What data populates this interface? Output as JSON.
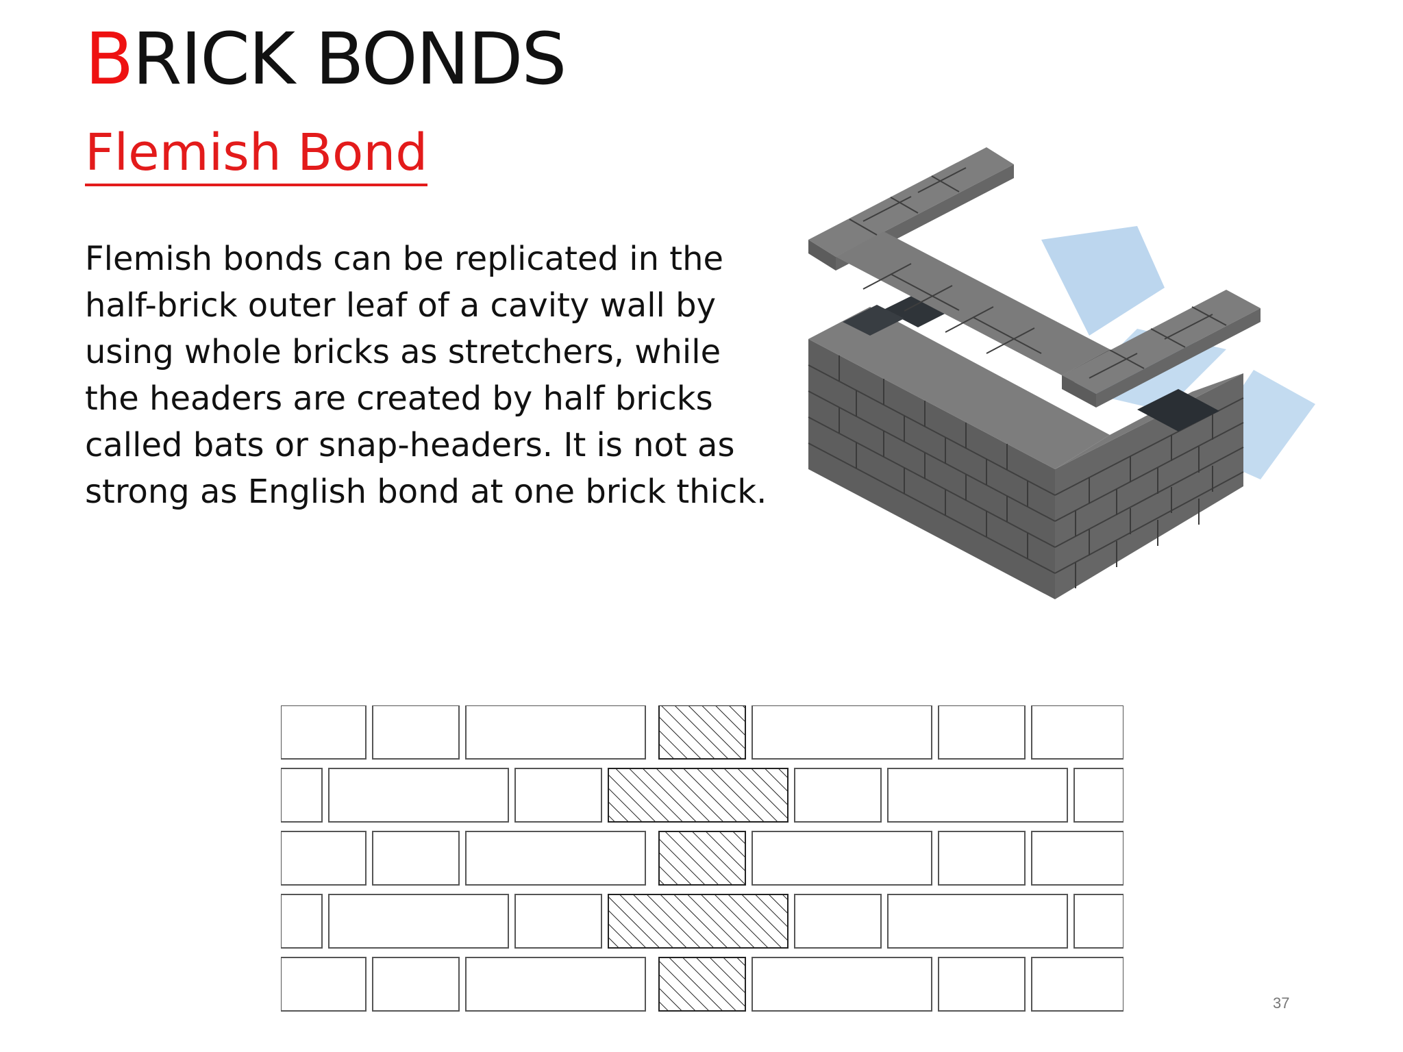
{
  "slide": {
    "title_initial": "B",
    "title_rest": "RICK BONDS",
    "subtitle": "Flemish Bond",
    "body": "Flemish bonds can be replicated in the half-brick outer leaf of a cavity wall by using whole bricks as stretchers, while the headers are created by half bricks called bats or snap-headers. It is not as strong as English bond at one brick thick.",
    "page_number": "37"
  },
  "colors": {
    "title": "#111111",
    "accent": "#ee1111",
    "subtitle": "#e31b1b",
    "brick_top": "#7d7d7d",
    "brick_side": "#5b5b5b",
    "shadow": "#b7d4ec",
    "hatch_stroke": "#222222",
    "outline": "#555555"
  },
  "illustrations": {
    "isometric_icon": "flemish-bond-isometric-wall",
    "elevation_icon": "flemish-bond-elevation-pattern"
  }
}
